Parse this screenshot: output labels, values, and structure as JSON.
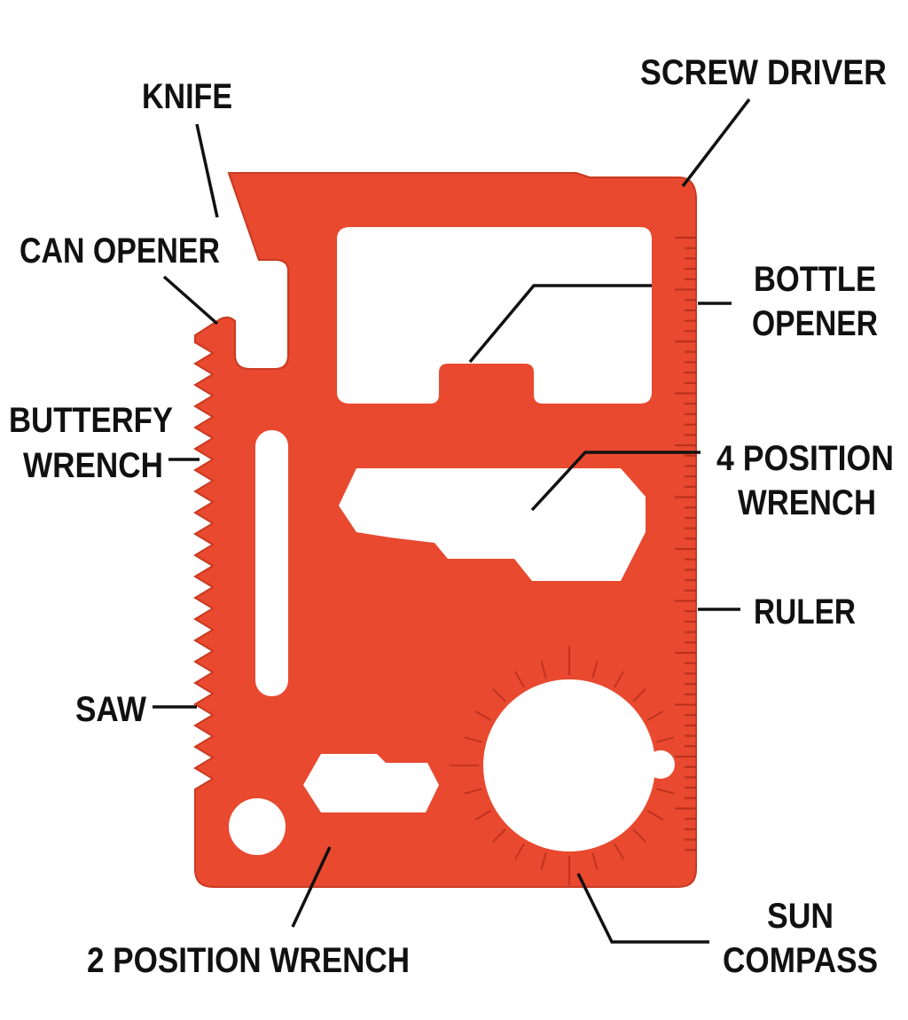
{
  "colors": {
    "card": "#E8492F",
    "card_edge": "#C93A22",
    "background": "#FFFFFF",
    "text": "#111111"
  },
  "labels": {
    "screw_driver": "SCREW DRIVER",
    "knife": "KNIFE",
    "can_opener": "CAN OPENER",
    "bottle_opener_1": "BOTTLE",
    "bottle_opener_2": "OPENER",
    "butterfly_wrench_1": "BUTTERFY",
    "butterfly_wrench_2": "WRENCH",
    "four_position_wrench_1": "4 POSITION",
    "four_position_wrench_2": "WRENCH",
    "ruler": "RULER",
    "saw": "SAW",
    "two_position_wrench": "2 POSITION WRENCH",
    "sun_compass_1": "SUN",
    "sun_compass_2": "COMPASS"
  }
}
